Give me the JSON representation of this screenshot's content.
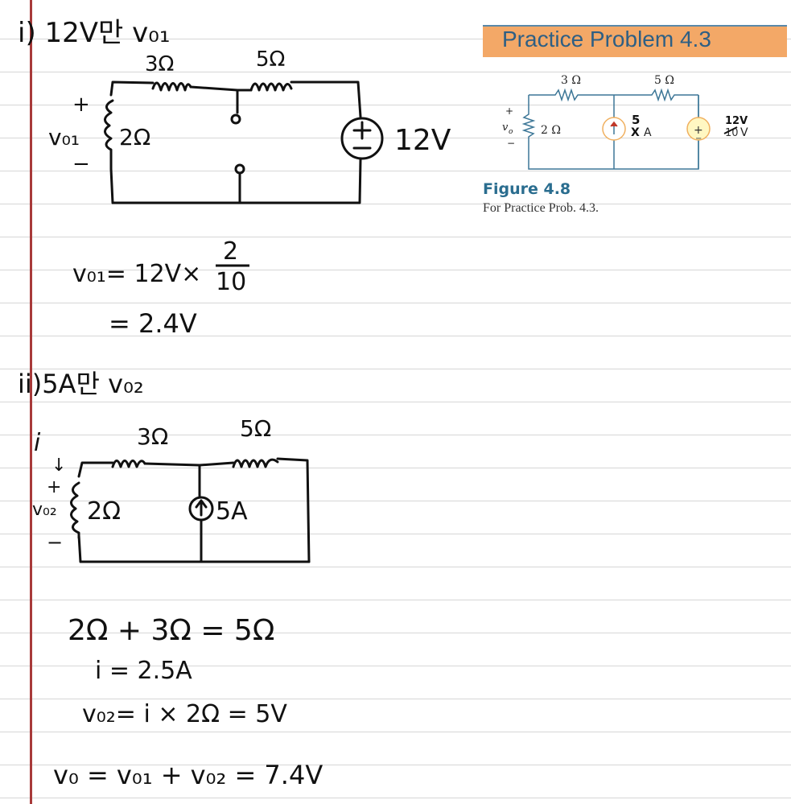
{
  "practice": {
    "title": "Practice Problem 4.3",
    "figure_label": "Figure 4.8",
    "figure_caption": "For Practice Prob. 4.3.",
    "circuit": {
      "r1": "3 Ω",
      "r2": "5 Ω",
      "r3": "2 Ω",
      "vo": "v",
      "vo_sub": "o",
      "plus": "+",
      "minus": "−",
      "current_value": "5",
      "current_crossed": "X",
      "current_unit": "A",
      "voltage_crossed": "10",
      "voltage_unit": "V",
      "voltage_edit": "12V"
    }
  },
  "notes": {
    "case1": {
      "heading": "i) 12V만  v₀₁",
      "r_top_left": "3Ω",
      "r_top_right": "5Ω",
      "plus": "+",
      "minus": "−",
      "v_label": "v₀₁",
      "r_side": "2Ω",
      "source_label": "12V",
      "eq1_lhs": "v₀₁= 12V×",
      "eq1_num": "2",
      "eq1_den": "10",
      "eq2": "= 2.4V"
    },
    "case2": {
      "heading": "ii)5A만  v₀₂",
      "r_top_left": "3Ω",
      "r_top_right": "5Ω",
      "i_label": "i",
      "arrow": "↓",
      "plus": "+",
      "minus": "−",
      "v_label": "v₀₂",
      "r_side": "2Ω",
      "source_label": "5A",
      "eq1": "2Ω + 3Ω  = 5Ω",
      "eq2": "i = 2.5A",
      "eq3": "v₀₂= i × 2Ω = 5V",
      "eq4": "v₀ = v₀₁ + v₀₂  = 7.4V"
    }
  },
  "colors": {
    "banner": "#f3a867",
    "banner_text": "#2e5f84",
    "margin": "#a83a3a",
    "figure_label": "#2a6d8f",
    "circuit_wire": "#3d7797",
    "ink": "#111111"
  }
}
